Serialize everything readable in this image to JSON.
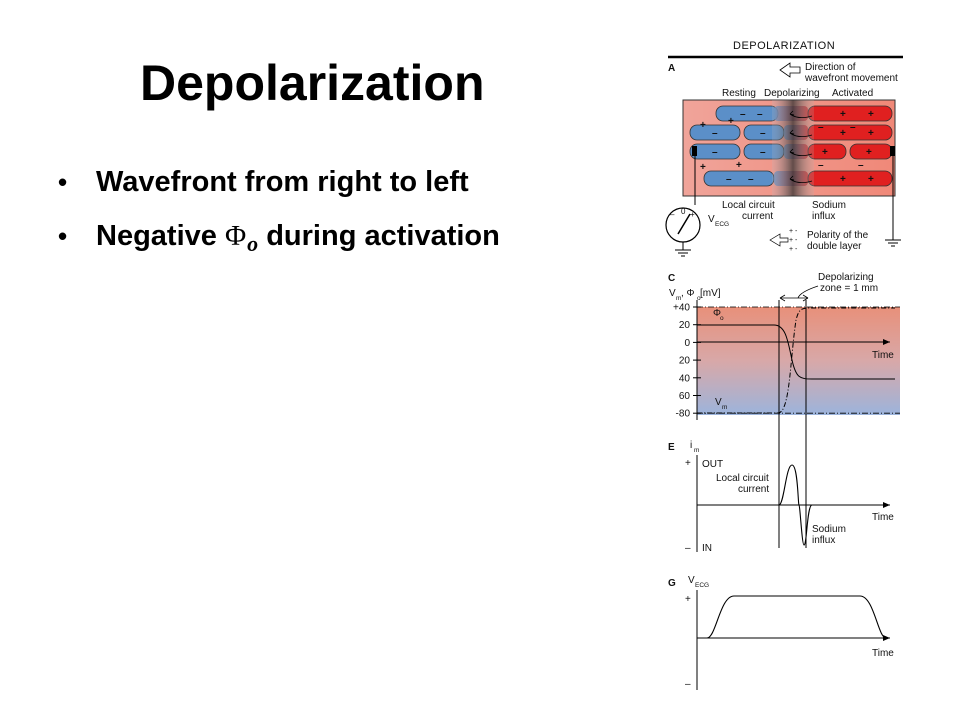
{
  "slide": {
    "title": "Depolarization",
    "bullets": [
      {
        "text": "Wavefront from right to left"
      },
      {
        "prefix": "Negative ",
        "symbol": "Φ",
        "subscript": "o",
        "suffix": " during activation"
      }
    ]
  },
  "diagram": {
    "header": "DEPOLARIZATION",
    "panel_a": {
      "letter": "A",
      "direction_line1": "Direction of",
      "direction_line2": "wavefront movement",
      "zone_resting": "Resting",
      "zone_depolarizing": "Depolarizing",
      "zone_activated": "Activated",
      "local_line1": "Local circuit",
      "local_line2": "current",
      "sodium_line1": "Sodium",
      "sodium_line2": "influx",
      "polarity_line1": "Polarity of the",
      "polarity_line2": "double layer",
      "vecg_main": "V",
      "vecg_sub": "ECG",
      "meter_minus": "–",
      "meter_zero": "0",
      "meter_plus": "+"
    },
    "panel_c": {
      "letter": "C",
      "ylabel_v": "V",
      "ylabel_m": "m",
      "ylabel_rest": ", Φ",
      "ylabel_o": "o",
      "ylabel_unit": " [mV]",
      "zone_line1": "Depolarizing",
      "zone_line2": "zone = 1 mm",
      "yticks": [
        "+40",
        "20",
        "0",
        "20",
        "40",
        "60",
        "-80"
      ],
      "time_label": "Time",
      "phi_label": "Φ",
      "phi_sub": "o",
      "vm_label": "V",
      "vm_sub": "m"
    },
    "panel_e": {
      "letter": "E",
      "ylabel_main": "i",
      "ylabel_sub": "m",
      "plus": "+",
      "out": "OUT",
      "minus": "–",
      "in": "IN",
      "local_line1": "Local circuit",
      "local_line2": "current",
      "sodium_line1": "Sodium",
      "sodium_line2": "influx",
      "time_label": "Time"
    },
    "panel_g": {
      "letter": "G",
      "ylabel_main": "V",
      "ylabel_sub": "ECG",
      "plus": "+",
      "minus": "–",
      "time_label": "Time"
    }
  },
  "colors": {
    "activated_red": "#e02020",
    "resting_blue": "#5b8fc8",
    "gradient_top": "#e8907a",
    "gradient_bottom": "#9cb4dc"
  }
}
